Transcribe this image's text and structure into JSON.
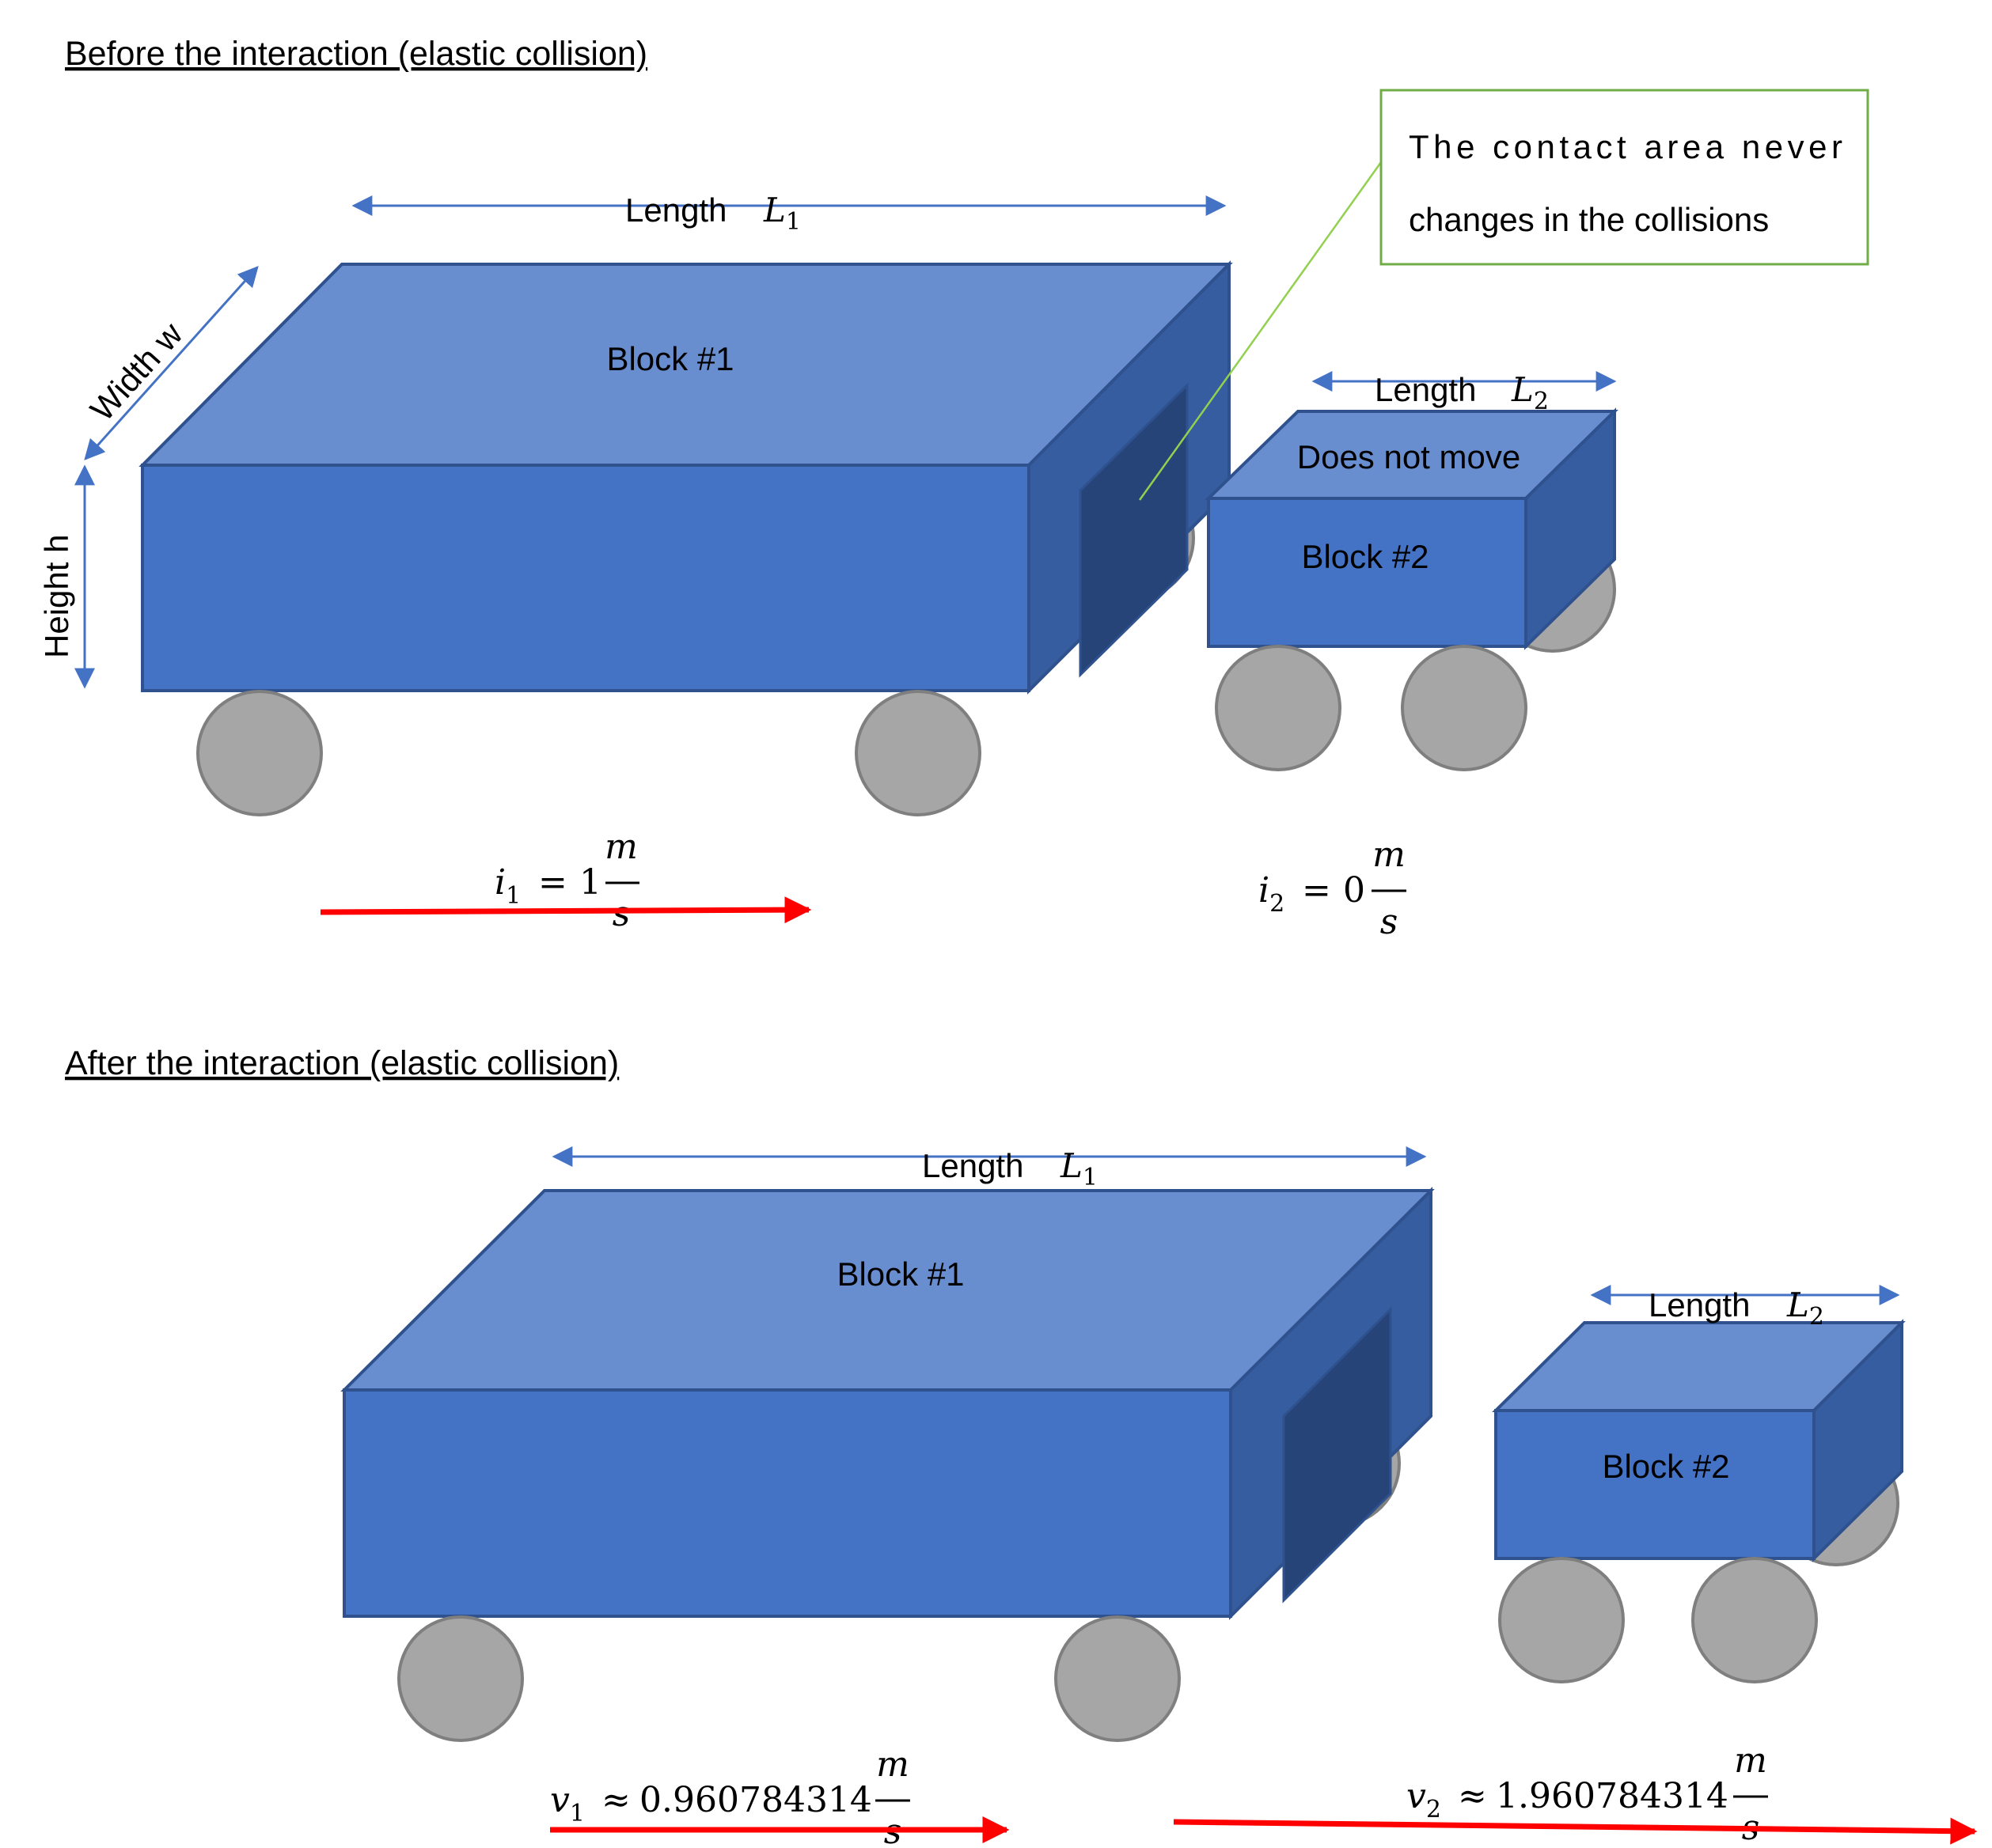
{
  "before": {
    "title": "Before the interaction (elastic collision)",
    "length_label": "Length",
    "length1_symbol": "L",
    "length1_sub": "1",
    "length2_symbol": "L",
    "length2_sub": "2",
    "width_label": "Width w",
    "height_label": "Height h",
    "block1_label": "Block #1",
    "block2_label": "Block #2",
    "block2_note": "Does not move",
    "callout_line1": "The contact area never",
    "callout_line2": "changes in the collisions",
    "v1": {
      "symbol": "i",
      "sub": "1",
      "rel": "=",
      "value": "1",
      "unit_num": "m",
      "unit_den": "s"
    },
    "v2": {
      "symbol": "i",
      "sub": "2",
      "rel": "=",
      "value": "0",
      "unit_num": "m",
      "unit_den": "s"
    }
  },
  "after": {
    "title": "After the interaction (elastic collision)",
    "length_label": "Length",
    "length1_symbol": "L",
    "length1_sub": "1",
    "length2_symbol": "L",
    "length2_sub": "2",
    "block1_label": "Block #1",
    "block2_label": "Block #2",
    "v1": {
      "symbol": "v",
      "sub": "1",
      "rel": "≈",
      "value": "0.960784314",
      "unit_num": "m",
      "unit_den": "s"
    },
    "v2": {
      "symbol": "v",
      "sub": "2",
      "rel": "≈",
      "value": "1.960784314",
      "unit_num": "m",
      "unit_den": "s"
    }
  },
  "colors": {
    "block_front": "#4472C4",
    "block_top": "#698ED0",
    "block_side": "#355D9F",
    "contact_face": "#264478",
    "block_outline": "#2F528F",
    "wheel_fill": "#A6A6A6",
    "wheel_outline": "#7F7F7F",
    "dimension_arrow": "#4472C4",
    "velocity_arrow": "#FF0000",
    "callout_border": "#70AD47",
    "callout_leader": "#92D050"
  }
}
